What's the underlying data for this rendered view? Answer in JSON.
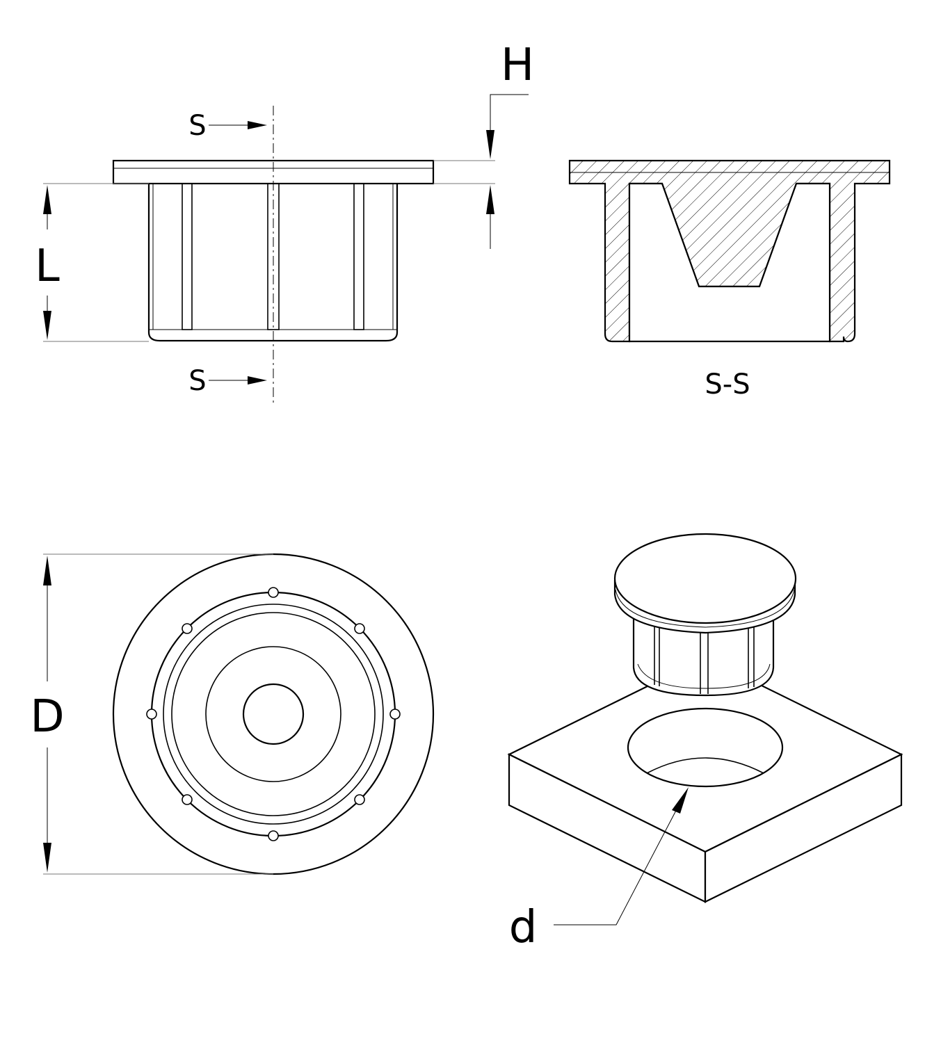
{
  "labels": {
    "height": "H",
    "length": "L",
    "diameter": "D",
    "hole": "d",
    "section_top": "S",
    "section_bottom": "S",
    "section_view": "S-S"
  }
}
